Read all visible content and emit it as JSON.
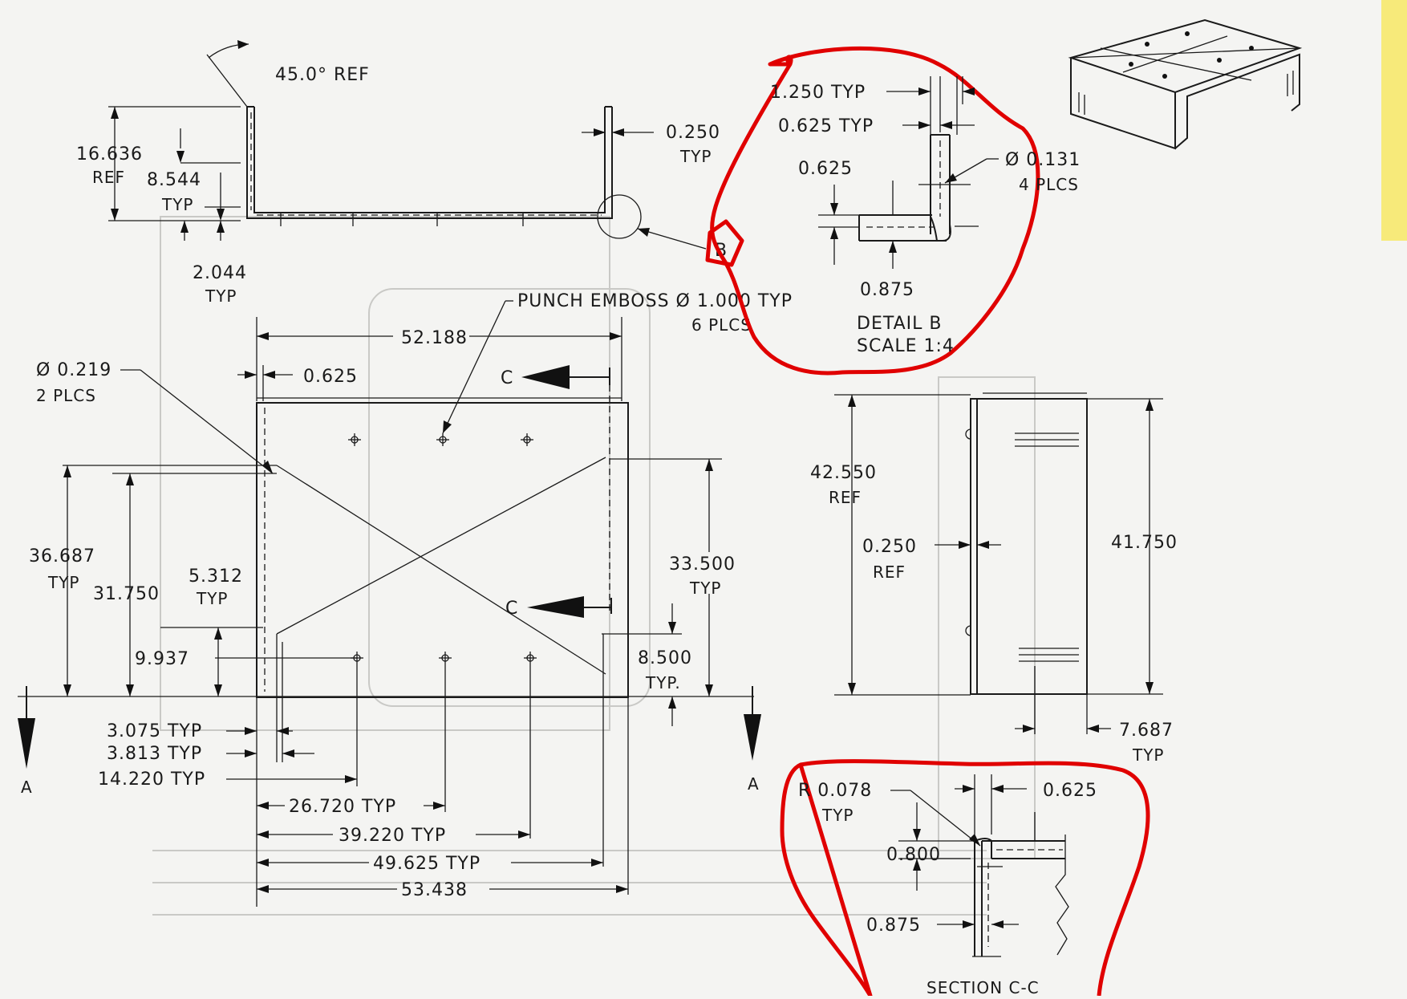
{
  "views": {
    "front": {
      "bend_angle": "45.0° REF",
      "height_label": "16.636",
      "height_note": "REF",
      "flange_label": "8.544",
      "flange_note": "TYP",
      "thickness_label": "0.250",
      "thickness_note": "TYP",
      "offset_label": "2.044",
      "offset_note": "TYP",
      "detail_callout": "B"
    },
    "plan": {
      "emboss_line1": "PUNCH EMBOSS Ø 1.000 TYP",
      "emboss_line2": "6 PLCS",
      "hole_line1": "Ø 0.219",
      "hole_line2": "2 PLCS",
      "width_top": "52.188",
      "edge_offset": "0.625",
      "section_letter_c1": "C",
      "section_letter_c2": "C",
      "height_overall": "36.687",
      "height_overall_note": "TYP",
      "height_inner": "31.750",
      "dim_5312": "5.312",
      "dim_5312_note": "TYP",
      "dim_9937": "9.937",
      "dim_33500": "33.500",
      "dim_33500_note": "TYP",
      "dim_8500": "8.500",
      "dim_8500_note": "TYP.",
      "dim_3075": "3.075 TYP",
      "dim_3813": "3.813 TYP",
      "dim_14220": "14.220 TYP",
      "dim_26720": "26.720 TYP",
      "dim_39220": "39.220 TYP",
      "dim_49625": "49.625 TYP",
      "dim_53438": "53.438",
      "section_letter_a1": "A",
      "section_letter_a2": "A"
    },
    "side": {
      "height_label": "42.550",
      "height_note": "REF",
      "thickness_label": "0.250",
      "thickness_note": "REF",
      "inner_height": "41.750",
      "depth_label": "7.687",
      "depth_note": "TYP"
    },
    "detail_b": {
      "dim_1250": "1.250 TYP",
      "dim_0625_typ": "0.625 TYP",
      "dim_0625": "0.625",
      "hole_label": "Ø 0.131",
      "hole_note": "4 PLCS",
      "dim_0875": "0.875",
      "title": "DETAIL B",
      "scale": "SCALE  1:4"
    },
    "section_cc": {
      "radius_label": "R 0.078",
      "radius_note": "TYP",
      "dim_0625": "0.625",
      "dim_0800": "0.800",
      "dim_0875": "0.875",
      "title": "SECTION C-C"
    }
  },
  "colors": {
    "paper": "#f4f4f2",
    "ink": "#1a1a1a",
    "markup_red": "#e00000",
    "highlight_yellow": "#f7ea7a"
  }
}
